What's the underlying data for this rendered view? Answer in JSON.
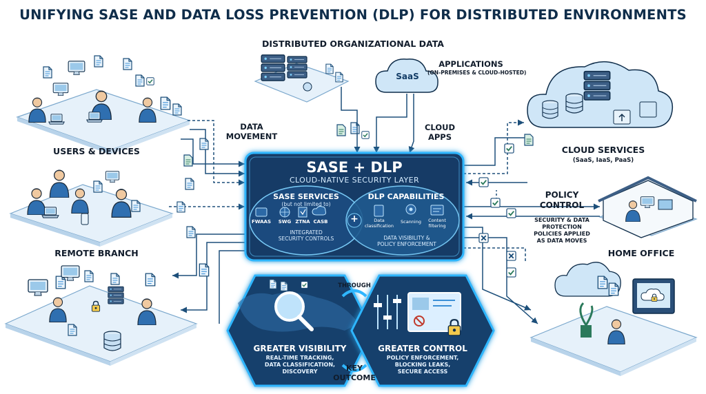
{
  "title": "UNIFYING SASE AND DATA LOSS PREVENTION (DLP) FOR DISTRIBUTED ENVIRONMENTS",
  "top_label": "DISTRIBUTED ORGANIZATIONAL DATA",
  "sources": {
    "applications": "APPLICATIONS",
    "applications_sub": "(ON-PREMISES & CLOUD-HOSTED)",
    "saas": "SaaS",
    "cloud_apps": [
      "CLOUD",
      "APPS"
    ],
    "data_movement": [
      "DATA",
      "MOVEMENT"
    ]
  },
  "left_nodes": {
    "users": "USERS & DEVICES",
    "remote": "REMOTE BRANCH"
  },
  "right_nodes": {
    "cloud": "CLOUD SERVICES",
    "cloud_sub": "(SaaS, IaaS, PaaS)",
    "policy": [
      "POLICY",
      "CONTROL"
    ],
    "policy_sub": [
      "SECURITY & DATA",
      "PROTECTION",
      "POLICIES APPLIED",
      "AS DATA MOVES"
    ],
    "home": "HOME OFFICE"
  },
  "core": {
    "title": "SASE + DLP",
    "subtitle": "CLOUD-NATIVE SECURITY LAYER",
    "sase": {
      "head": "SASE SERVICES",
      "note": "(but not limited to)",
      "tools": [
        "FWaaS",
        "SWG",
        "ZTNA",
        "CASB"
      ],
      "foot": [
        "INTEGRATED",
        "SECURITY CONTROLS"
      ]
    },
    "plus": "+",
    "dlp": {
      "head": "DLP CAPABILITIES",
      "caps": [
        [
          "Data",
          "classification"
        ],
        [
          "Scanning"
        ],
        [
          "Content",
          "filtering"
        ]
      ],
      "foot": [
        "DATA VISIBILITY &",
        "POLICY ENFORCEMENT"
      ]
    }
  },
  "through": "THROUGH",
  "outcomes": {
    "visibility": {
      "head": "GREATER VISIBILITY",
      "desc": [
        "REAL-TIME TRACKING,",
        "DATA CLASSIFICATION,",
        "DISCOVERY"
      ]
    },
    "control": {
      "head": "GREATER CONTROL",
      "desc": [
        "POLICY ENFORCEMENT,",
        "BLOCKING LEAKS,",
        "SECURE ACCESS"
      ]
    },
    "key": [
      "KEY",
      "OUTCOME"
    ]
  },
  "colors": {
    "navy": "#0f2d4a",
    "core_fill": "#133a66",
    "glow": "#2fb6ff",
    "accent": "#3a8fd6",
    "light_blue": "#cfe6f7",
    "check_green": "#2b7a5b"
  },
  "icons": [
    "document-icon",
    "server-icon",
    "cloud-icon",
    "database-icon",
    "check-icon",
    "x-icon",
    "magnifier-icon",
    "lock-icon",
    "sliders-icon",
    "globe-icon",
    "person-icon",
    "house-icon",
    "shield-icon"
  ]
}
